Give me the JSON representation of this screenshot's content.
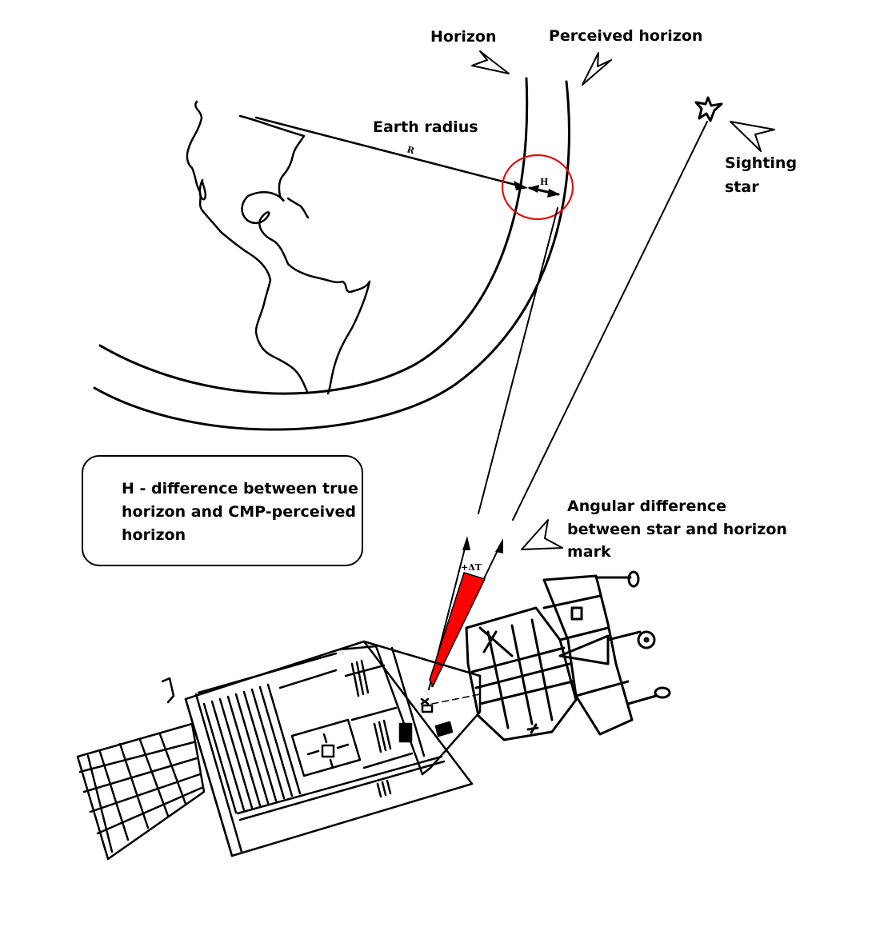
{
  "labels": {
    "horizon": "Horizon",
    "perceived_horizon": "Perceived horizon",
    "earth_radius": "Earth radius",
    "radius_symbol": "R",
    "height_symbol": "H",
    "sighting_star_line1": "Sighting",
    "sighting_star_line2": "star",
    "angular_line1": "Angular difference",
    "angular_line2": "between star and horizon",
    "angular_line3": "mark",
    "delta_symbol": "+ΔT"
  },
  "note": {
    "text": "H - difference between true horizon and CMP-perceived horizon"
  },
  "colors": {
    "highlight_circle": "#e01010",
    "angle_wedge": "#ff0000",
    "ink": "#000000"
  }
}
